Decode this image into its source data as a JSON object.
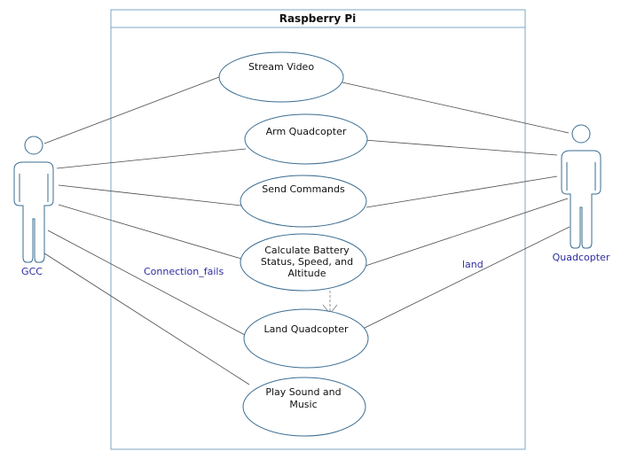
{
  "system": {
    "title": "Raspberry Pi"
  },
  "actors": {
    "gcc": {
      "label": "GCC"
    },
    "quadcopter": {
      "label": "Quadcopter"
    }
  },
  "use_cases": {
    "stream_video": {
      "lines": [
        "Stream Video"
      ]
    },
    "arm_quadcopter": {
      "lines": [
        "Arm Quadcopter"
      ]
    },
    "send_commands": {
      "lines": [
        "Send Commands"
      ]
    },
    "calculate_battery": {
      "lines": [
        "Calculate Battery",
        "Status, Speed, and",
        "Altitude"
      ]
    },
    "land_quadcopter": {
      "lines": [
        "Land Quadcopter"
      ]
    },
    "play_sound": {
      "lines": [
        "Play Sound and",
        "Music"
      ]
    }
  },
  "edge_labels": {
    "connection_fails": "Connection_fails",
    "land": "land"
  },
  "colors": {
    "frame_border": "#7da7c6",
    "title_bar_fill": "#ffffff",
    "stroke": "#3a6d92",
    "line": "#4a4a4a",
    "actor_fill": "#ffffff",
    "label_blue": "#2c2ca0"
  }
}
